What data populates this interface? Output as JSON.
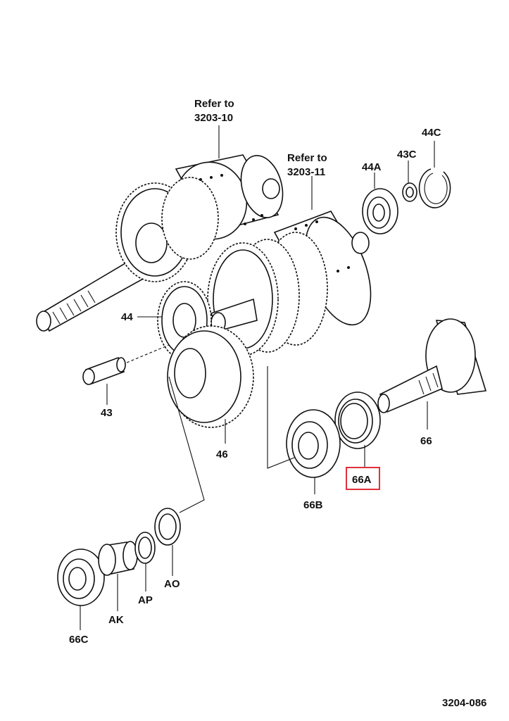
{
  "labels": {
    "refer_10_a": "Refer to",
    "refer_10_b": "3203-10",
    "refer_11_a": "Refer to",
    "refer_11_b": "3203-11",
    "p44C": "44C",
    "p43C": "43C",
    "p44A": "44A",
    "p44": "44",
    "p43": "43",
    "p46": "46",
    "p66": "66",
    "p66A": "66A",
    "p66B": "66B",
    "p66C": "66C",
    "pAK": "AK",
    "pAP": "AP",
    "pAO": "AO",
    "figure_id": "3204-086"
  },
  "highlight": {
    "label": "66A",
    "color": "#e0303a"
  }
}
